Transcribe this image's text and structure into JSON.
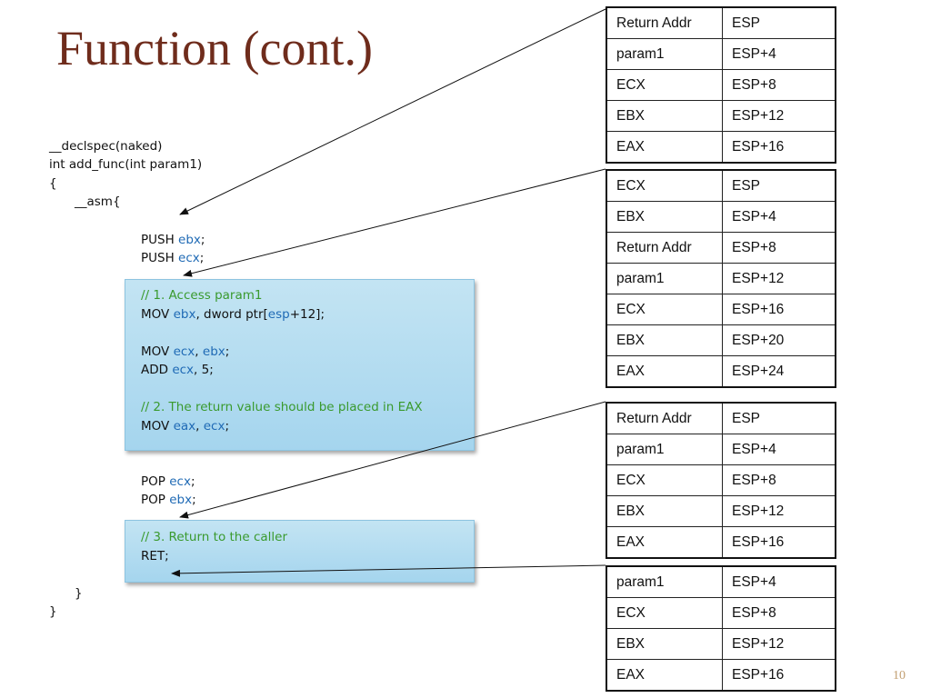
{
  "title": "Function (cont.)",
  "code": {
    "declspec": "__declspec(naked)",
    "signature": "int add_func(int param1)",
    "open_brace": "{",
    "asm_open": "__asm{",
    "push_ebx": {
      "op": "PUSH",
      "arg": "ebx",
      "end": ";"
    },
    "push_ecx": {
      "op": "PUSH",
      "arg": "ecx",
      "end": ";"
    },
    "block1": {
      "comment1": "// 1. Access param1",
      "mov1": {
        "op": "MOV",
        "reg": "ebx",
        "mid": ", dword ptr[",
        "reg2": "esp",
        "end": "+12];"
      },
      "mov2": {
        "op": "MOV",
        "reg": "ecx",
        "sep": ", ",
        "reg2": "ebx",
        "end": ";"
      },
      "add": {
        "op": "ADD",
        "reg": "ecx",
        "end": ", 5;"
      },
      "comment2": "// 2. The return value should be placed in EAX",
      "mov3": {
        "op": "MOV",
        "reg": "eax",
        "sep": ", ",
        "reg2": "ecx",
        "end": ";"
      }
    },
    "pop_ecx": {
      "op": "POP",
      "arg": "ecx",
      "end": ";"
    },
    "pop_ebx": {
      "op": "POP",
      "arg": "ebx",
      "end": ";"
    },
    "block2": {
      "comment3": "// 3. Return to the caller",
      "ret": "RET;"
    },
    "asm_close": "}",
    "close_brace": "}"
  },
  "stacks": [
    {
      "rows": [
        [
          "Return Addr",
          "ESP"
        ],
        [
          "param1",
          "ESP+4"
        ],
        [
          "ECX",
          "ESP+8"
        ],
        [
          "EBX",
          "ESP+12"
        ],
        [
          "EAX",
          "ESP+16"
        ]
      ]
    },
    {
      "rows": [
        [
          "ECX",
          "ESP"
        ],
        [
          "EBX",
          "ESP+4"
        ],
        [
          "Return Addr",
          "ESP+8"
        ],
        [
          "param1",
          "ESP+12"
        ],
        [
          "ECX",
          "ESP+16"
        ],
        [
          "EBX",
          "ESP+20"
        ],
        [
          "EAX",
          "ESP+24"
        ]
      ]
    },
    {
      "rows": [
        [
          "Return Addr",
          "ESP"
        ],
        [
          "param1",
          "ESP+4"
        ],
        [
          "ECX",
          "ESP+8"
        ],
        [
          "EBX",
          "ESP+12"
        ],
        [
          "EAX",
          "ESP+16"
        ]
      ]
    },
    {
      "rows": [
        [
          "param1",
          "ESP+4"
        ],
        [
          "ECX",
          "ESP+8"
        ],
        [
          "EBX",
          "ESP+12"
        ],
        [
          "EAX",
          "ESP+16"
        ]
      ]
    }
  ],
  "page_number": "10",
  "colors": {
    "title": "#6f2c1c",
    "keyword": "#1f6ab5",
    "comment": "#3a9a2e",
    "codebox": "#b4dcf1"
  }
}
